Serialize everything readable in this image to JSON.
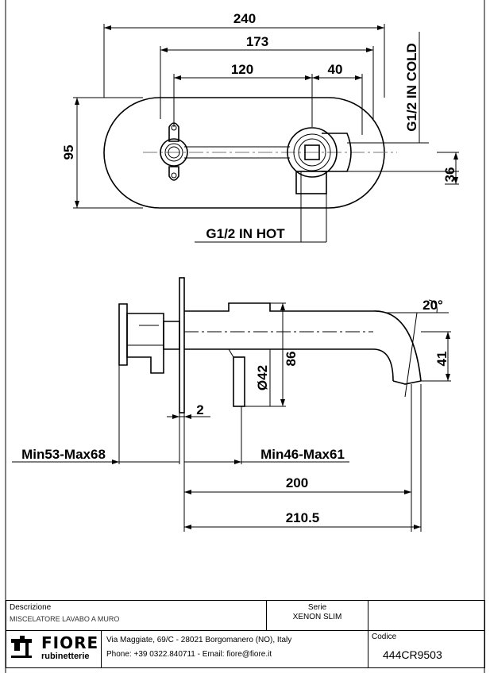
{
  "dimensions": {
    "d240": "240",
    "d173": "173",
    "d120": "120",
    "d40": "40",
    "d95": "95",
    "d36": "36",
    "cold": "G1/2 IN COLD",
    "hot": "G1/2 IN HOT",
    "angle": "20°",
    "d86": "86",
    "d42": "Ø42",
    "d41": "41",
    "d2": "2",
    "left_range": "Min53-Max68",
    "right_range": "Min46-Max61",
    "d200": "200",
    "d210": "210.5"
  },
  "title_block": {
    "description_label": "Descrizione",
    "description_value": "MISCELATORE LAVABO A MURO",
    "series_label": "Serie",
    "series_value": "XENON SLIM",
    "address": "Via Maggiate, 69/C - 28021 Borgomanero (NO), Italy",
    "contact": "Phone: +39 0322.840711 - Email: fiore@fiore.it",
    "code_label": "Codice",
    "code_value": "444CR9503",
    "logo_name": "FIORE",
    "logo_sub": "rubinetterie"
  }
}
